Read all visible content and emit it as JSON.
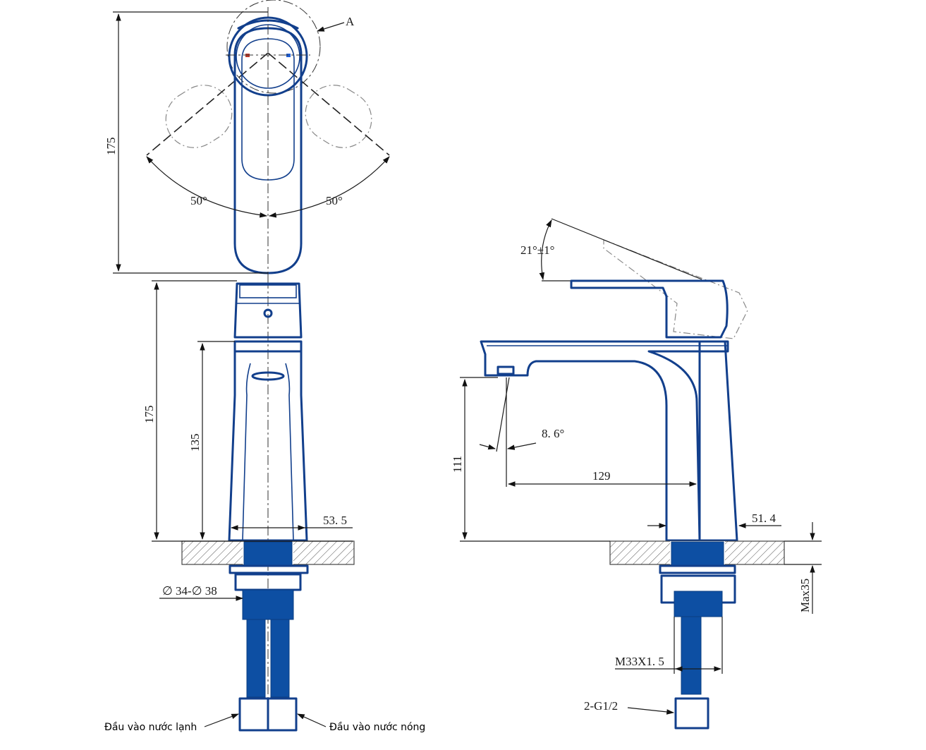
{
  "top_view": {
    "label_A": "A",
    "dim_height": "175",
    "angle_left": "50°",
    "angle_right": "50°"
  },
  "front_view": {
    "dim_total_height": "175",
    "dim_spout_height": "135",
    "dim_base_width": "53. 5",
    "dim_hole_diameter": "∅ 34-∅ 38"
  },
  "side_view": {
    "dim_lever_angle": "21°±1°",
    "dim_aerator_angle": "8. 6°",
    "dim_outlet_height": "111",
    "dim_reach": "129",
    "dim_body_width": "51. 4",
    "dim_max_deck": "Max35",
    "dim_thread": "M33X1. 5",
    "dim_inlet_thread": "2-G1/2"
  },
  "notes": {
    "cold_inlet": "Đầu vào nước lạnh",
    "hot_inlet": "Đầu vào nước nóng"
  },
  "colors": {
    "part": "#123f8c",
    "hose": "#0d4fa3",
    "hot_mark": "#c0392b",
    "cold_mark": "#1f5fd6"
  }
}
